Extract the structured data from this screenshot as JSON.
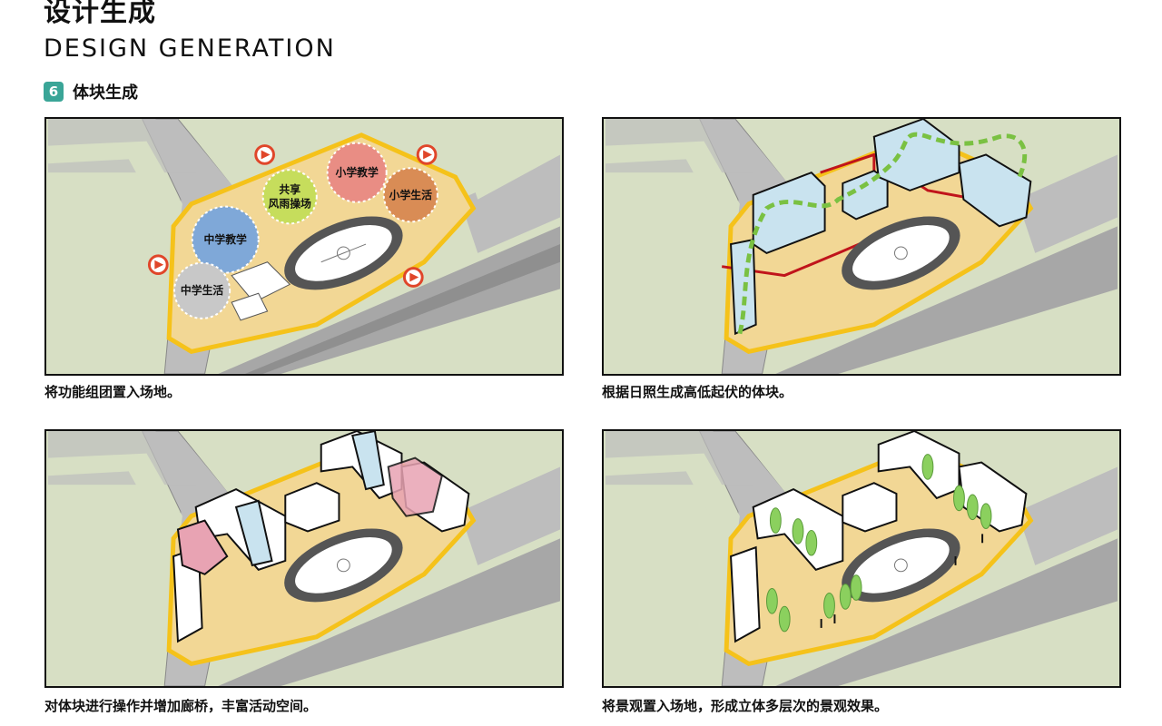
{
  "header": {
    "title_cn": "设计生成",
    "title_en": "DESIGN GENERATION"
  },
  "step": {
    "number": "6",
    "label": "体块生成"
  },
  "panels": [
    {
      "caption": "将功能组团置入场地。",
      "zones": [
        {
          "line1": "小学教学",
          "line2": "",
          "color": "#e98d84"
        },
        {
          "line1": "共享",
          "line2": "风雨操场",
          "color": "#c6dd5c"
        },
        {
          "line1": "小学生活",
          "line2": "",
          "color": "#d98c55"
        },
        {
          "line1": "中学教学",
          "line2": "",
          "color": "#7fa8d8"
        },
        {
          "line1": "中学生活",
          "line2": "",
          "color": "#c8c8c8"
        }
      ]
    },
    {
      "caption": "根据日照生成高低起伏的体块。"
    },
    {
      "caption": "对体块进行操作并增加廊桥，丰富活动空间。"
    },
    {
      "caption": "将景观置入场地，形成立体多层次的景观效果。"
    }
  ],
  "colors": {
    "accent": "#3aa597",
    "site": "#f2d795",
    "site_border": "#f5c21a",
    "grass": "#d7dfc4",
    "road": "#bdbdbd",
    "building_blue": "#c9e3ef",
    "bridge_pink": "#e8a3b3",
    "entrance_red": "#e0462a",
    "path_green": "#7ac142",
    "tree_green": "#8bd05e",
    "red_line": "#c0141b"
  }
}
